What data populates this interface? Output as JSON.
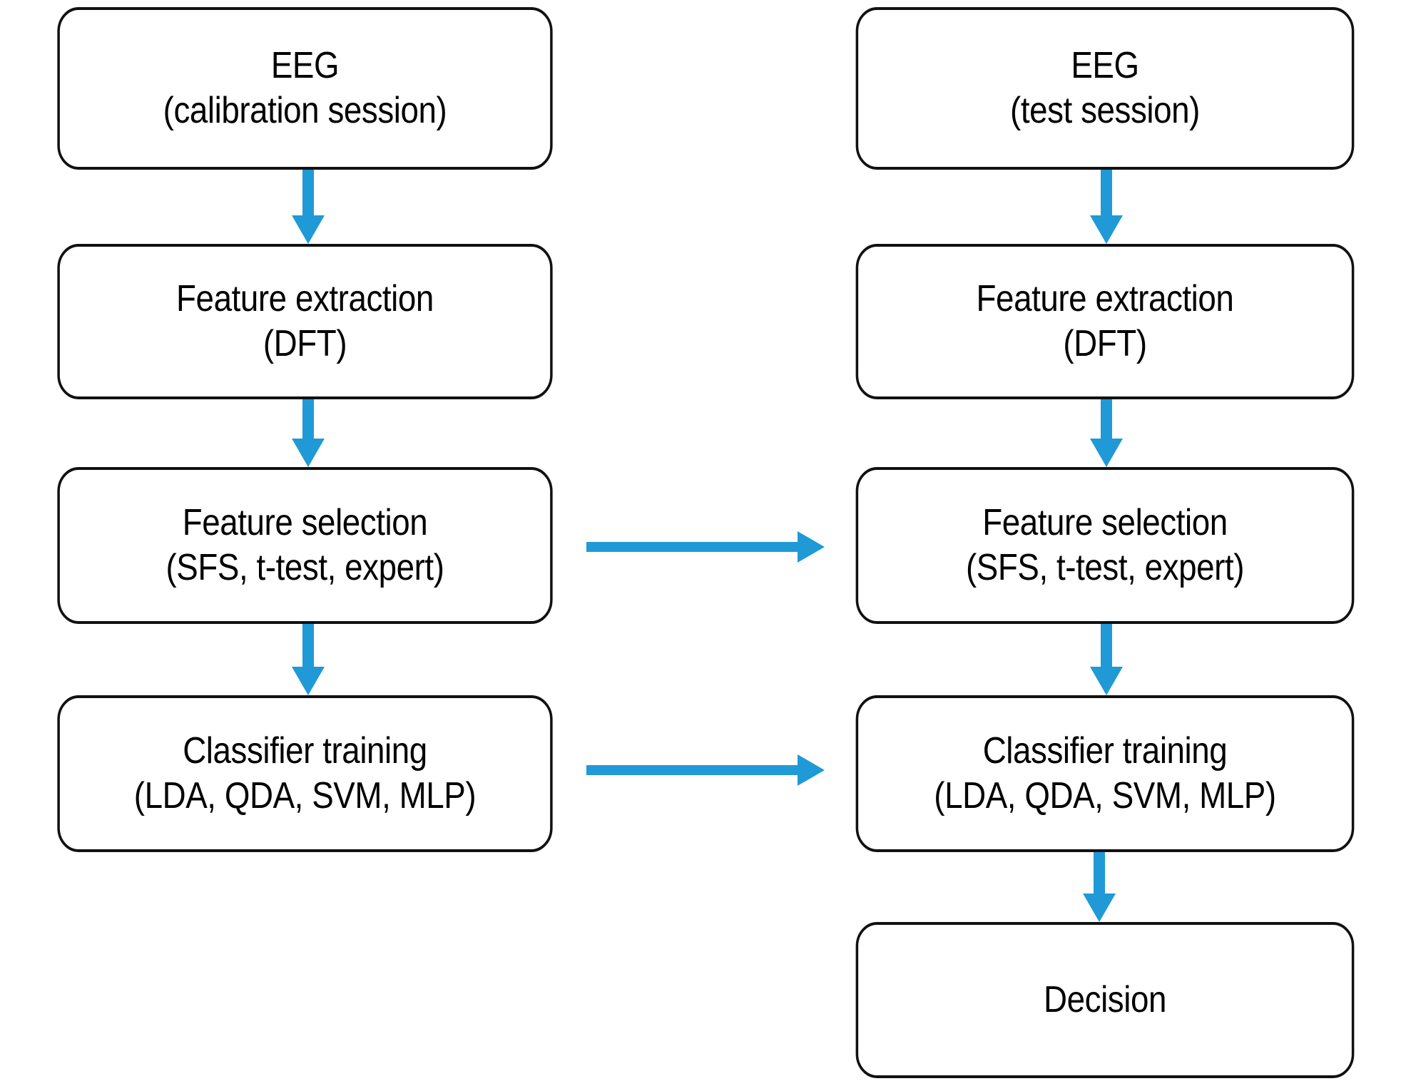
{
  "diagram": {
    "title": "BCI processing pipeline flowchart",
    "accent_color": "#1F9AD6",
    "border_color": "#111111",
    "background_color": "#FFFFFF",
    "columns": [
      {
        "id": "calibration",
        "nodes": [
          {
            "id": "eeg-calibration",
            "line1": "EEG",
            "line2": "(calibration session)"
          },
          {
            "id": "feature-extraction-cal",
            "line1": "Feature extraction",
            "line2": "(DFT)"
          },
          {
            "id": "feature-selection-cal",
            "line1": "Feature selection",
            "line2": "(SFS, t-test, expert)"
          },
          {
            "id": "classifier-training-cal",
            "line1": "Classifier training",
            "line2": "(LDA, QDA, SVM, MLP)"
          }
        ]
      },
      {
        "id": "test",
        "nodes": [
          {
            "id": "eeg-test",
            "line1": "EEG",
            "line2": "(test session)"
          },
          {
            "id": "feature-extraction-test",
            "line1": "Feature extraction",
            "line2": "(DFT)"
          },
          {
            "id": "feature-selection-test",
            "line1": "Feature selection",
            "line2": "(SFS, t-test, expert)"
          },
          {
            "id": "classifier-training-test",
            "line1": "Classifier training",
            "line2": "(LDA, QDA, SVM, MLP)"
          },
          {
            "id": "decision",
            "line1": "Decision",
            "line2": ""
          }
        ]
      }
    ],
    "arrows": [
      {
        "id": "arrow-cal-eeg-to-extraction",
        "direction": "down",
        "from": "eeg-calibration",
        "to": "feature-extraction-cal"
      },
      {
        "id": "arrow-cal-extraction-to-selection",
        "direction": "down",
        "from": "feature-extraction-cal",
        "to": "feature-selection-cal"
      },
      {
        "id": "arrow-cal-selection-to-training",
        "direction": "down",
        "from": "feature-selection-cal",
        "to": "classifier-training-cal"
      },
      {
        "id": "arrow-test-eeg-to-extraction",
        "direction": "down",
        "from": "eeg-test",
        "to": "feature-extraction-test"
      },
      {
        "id": "arrow-test-extraction-to-selection",
        "direction": "down",
        "from": "feature-extraction-test",
        "to": "feature-selection-test"
      },
      {
        "id": "arrow-test-selection-to-training",
        "direction": "down",
        "from": "feature-selection-test",
        "to": "classifier-training-test"
      },
      {
        "id": "arrow-test-training-to-decision",
        "direction": "down",
        "from": "classifier-training-test",
        "to": "decision"
      },
      {
        "id": "arrow-selection-cal-to-test",
        "direction": "right",
        "from": "feature-selection-cal",
        "to": "feature-selection-test"
      },
      {
        "id": "arrow-training-cal-to-test",
        "direction": "right",
        "from": "classifier-training-cal",
        "to": "classifier-training-test"
      }
    ]
  }
}
